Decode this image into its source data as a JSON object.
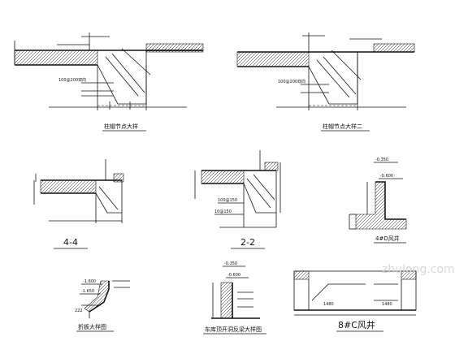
{
  "drawings": [
    {
      "id": "d1",
      "caption": "柱帽节点大样"
    },
    {
      "id": "d2",
      "caption": "柱帽节点大样二"
    },
    {
      "id": "d3",
      "caption": "4-4"
    },
    {
      "id": "d4",
      "caption": "2-2"
    },
    {
      "id": "d5",
      "caption": "4#D风井"
    },
    {
      "id": "d6",
      "caption": "折板大样图"
    },
    {
      "id": "d7",
      "caption": "车库顶开洞反梁大样图"
    },
    {
      "id": "d8",
      "caption": "8#C风井"
    }
  ],
  "labels": {
    "d1_rebar": "100@200双向",
    "d2_rebar": "100@200双向",
    "d4_rebar": "100@150",
    "d4_rebar2": "10@150",
    "d5_elev1": "-0.350",
    "d5_elev2": "-0.600",
    "d6_elev1": "-1.600",
    "d6_elev2": "-1.650",
    "d6_dim": "222",
    "d7_elev1": "-0.350",
    "d7_elev2": "-0.600",
    "d8_dim1": "1480",
    "d8_dim2": "1480"
  },
  "watermark": "zhulong.com"
}
